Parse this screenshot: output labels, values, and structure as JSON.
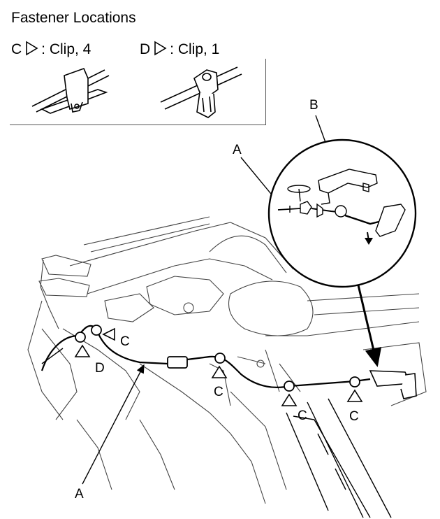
{
  "title": "Fastener Locations",
  "legend": [
    {
      "letter": "C",
      "text": ": Clip, 4"
    },
    {
      "letter": "D",
      "text": ": Clip, 1"
    }
  ],
  "callouts": {
    "a_upper": "A",
    "a_lower": "A",
    "b": "B",
    "c": "C",
    "d": "D"
  }
}
